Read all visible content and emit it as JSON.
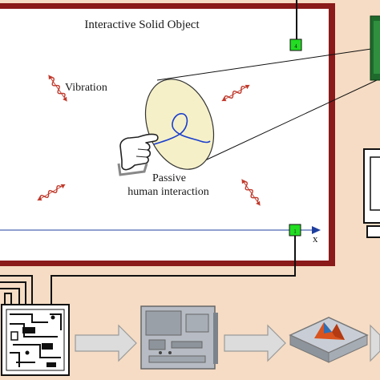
{
  "diagram": {
    "title": "Interactive Solid Object",
    "labels": {
      "vibration": "Vibration",
      "passive_line1": "Passive",
      "passive_line2": "human interaction",
      "axis_x": "x"
    },
    "sensors": [
      {
        "id": "sensor-top",
        "label": "4"
      },
      {
        "id": "sensor-bottom",
        "label": "1"
      }
    ],
    "icons": [
      "wave-vibration-icon",
      "contact-ellipse-icon",
      "pointing-hand-icon",
      "amplifier-board-icon",
      "data-acquisition-card-icon",
      "matlab-chip-icon",
      "monitor-icon",
      "flow-arrow-icon"
    ],
    "colors": {
      "background": "#f6dcc4",
      "frame": "#8b1a1a",
      "sensor": "#22dd22",
      "axis": "#1f3f9f",
      "wave": "#c0392b",
      "curl": "#1a3ecf",
      "ellipse_fill": "#f5f0c8"
    }
  }
}
